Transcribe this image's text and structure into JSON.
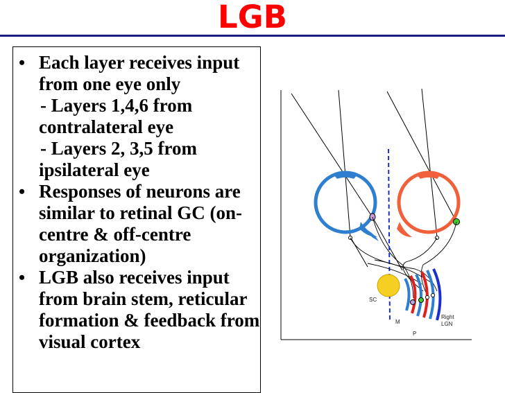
{
  "slide": {
    "title": "LGB"
  },
  "bullets": [
    {
      "text": "Each layer receives input from one eye only",
      "subs": [
        "- Layers 1,4,6 from contralateral eye",
        "- Layers 2, 3,5 from ipsilateral eye"
      ]
    },
    {
      "text": "Responses of neurons are similar to retinal GC (on-centre & off-centre organization)",
      "subs": []
    },
    {
      "text": "LGB also receives input from brain stem, reticular formation & feedback from visual cortex",
      "subs": []
    }
  ],
  "diagram": {
    "labels": {
      "sc": "SC",
      "m": "M",
      "p": "P",
      "right": "Right",
      "lgn": "LGN"
    },
    "colors": {
      "left_eye": "#2f7fd0",
      "right_eye": "#f0603a",
      "midline": "#1a2fd0",
      "sc": "#f5d020",
      "green_cell": "#44cc33",
      "purple_cell": "#c8a0d8"
    }
  }
}
